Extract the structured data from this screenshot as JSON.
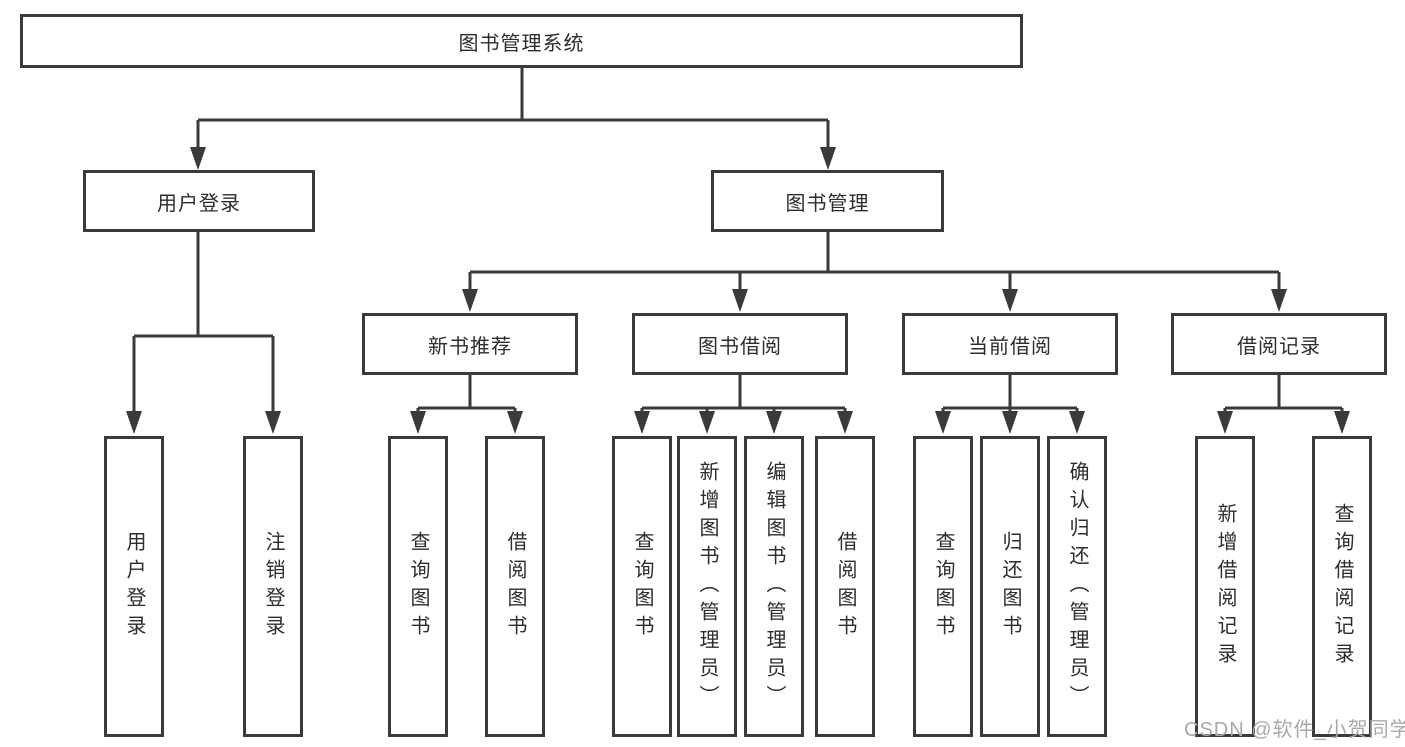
{
  "diagram": {
    "root": {
      "label": "图书管理系统"
    },
    "level2": [
      {
        "label": "用户登录",
        "leaves": [
          {
            "label": "用户登录"
          },
          {
            "label": "注销登录"
          }
        ]
      },
      {
        "label": "图书管理",
        "level3": [
          {
            "label": "新书推荐",
            "leaves": [
              {
                "label": "查询图书"
              },
              {
                "label": "借阅图书"
              }
            ]
          },
          {
            "label": "图书借阅",
            "leaves": [
              {
                "label": "查询图书"
              },
              {
                "label": "新增图书（管理员）"
              },
              {
                "label": "编辑图书（管理员）"
              },
              {
                "label": "借阅图书"
              }
            ]
          },
          {
            "label": "当前借阅",
            "leaves": [
              {
                "label": "查询图书"
              },
              {
                "label": "归还图书"
              },
              {
                "label": "确认归还（管理员）"
              }
            ]
          },
          {
            "label": "借阅记录",
            "leaves": [
              {
                "label": "新增借阅记录"
              },
              {
                "label": "查询借阅记录"
              }
            ]
          }
        ]
      }
    ]
  },
  "watermark": {
    "text": "CSDN @软件_小贺同学"
  },
  "colors": {
    "line": "#3a3a3a",
    "text": "#2d2d2d",
    "background": "#ffffff",
    "watermark": "#a9a9a9"
  }
}
